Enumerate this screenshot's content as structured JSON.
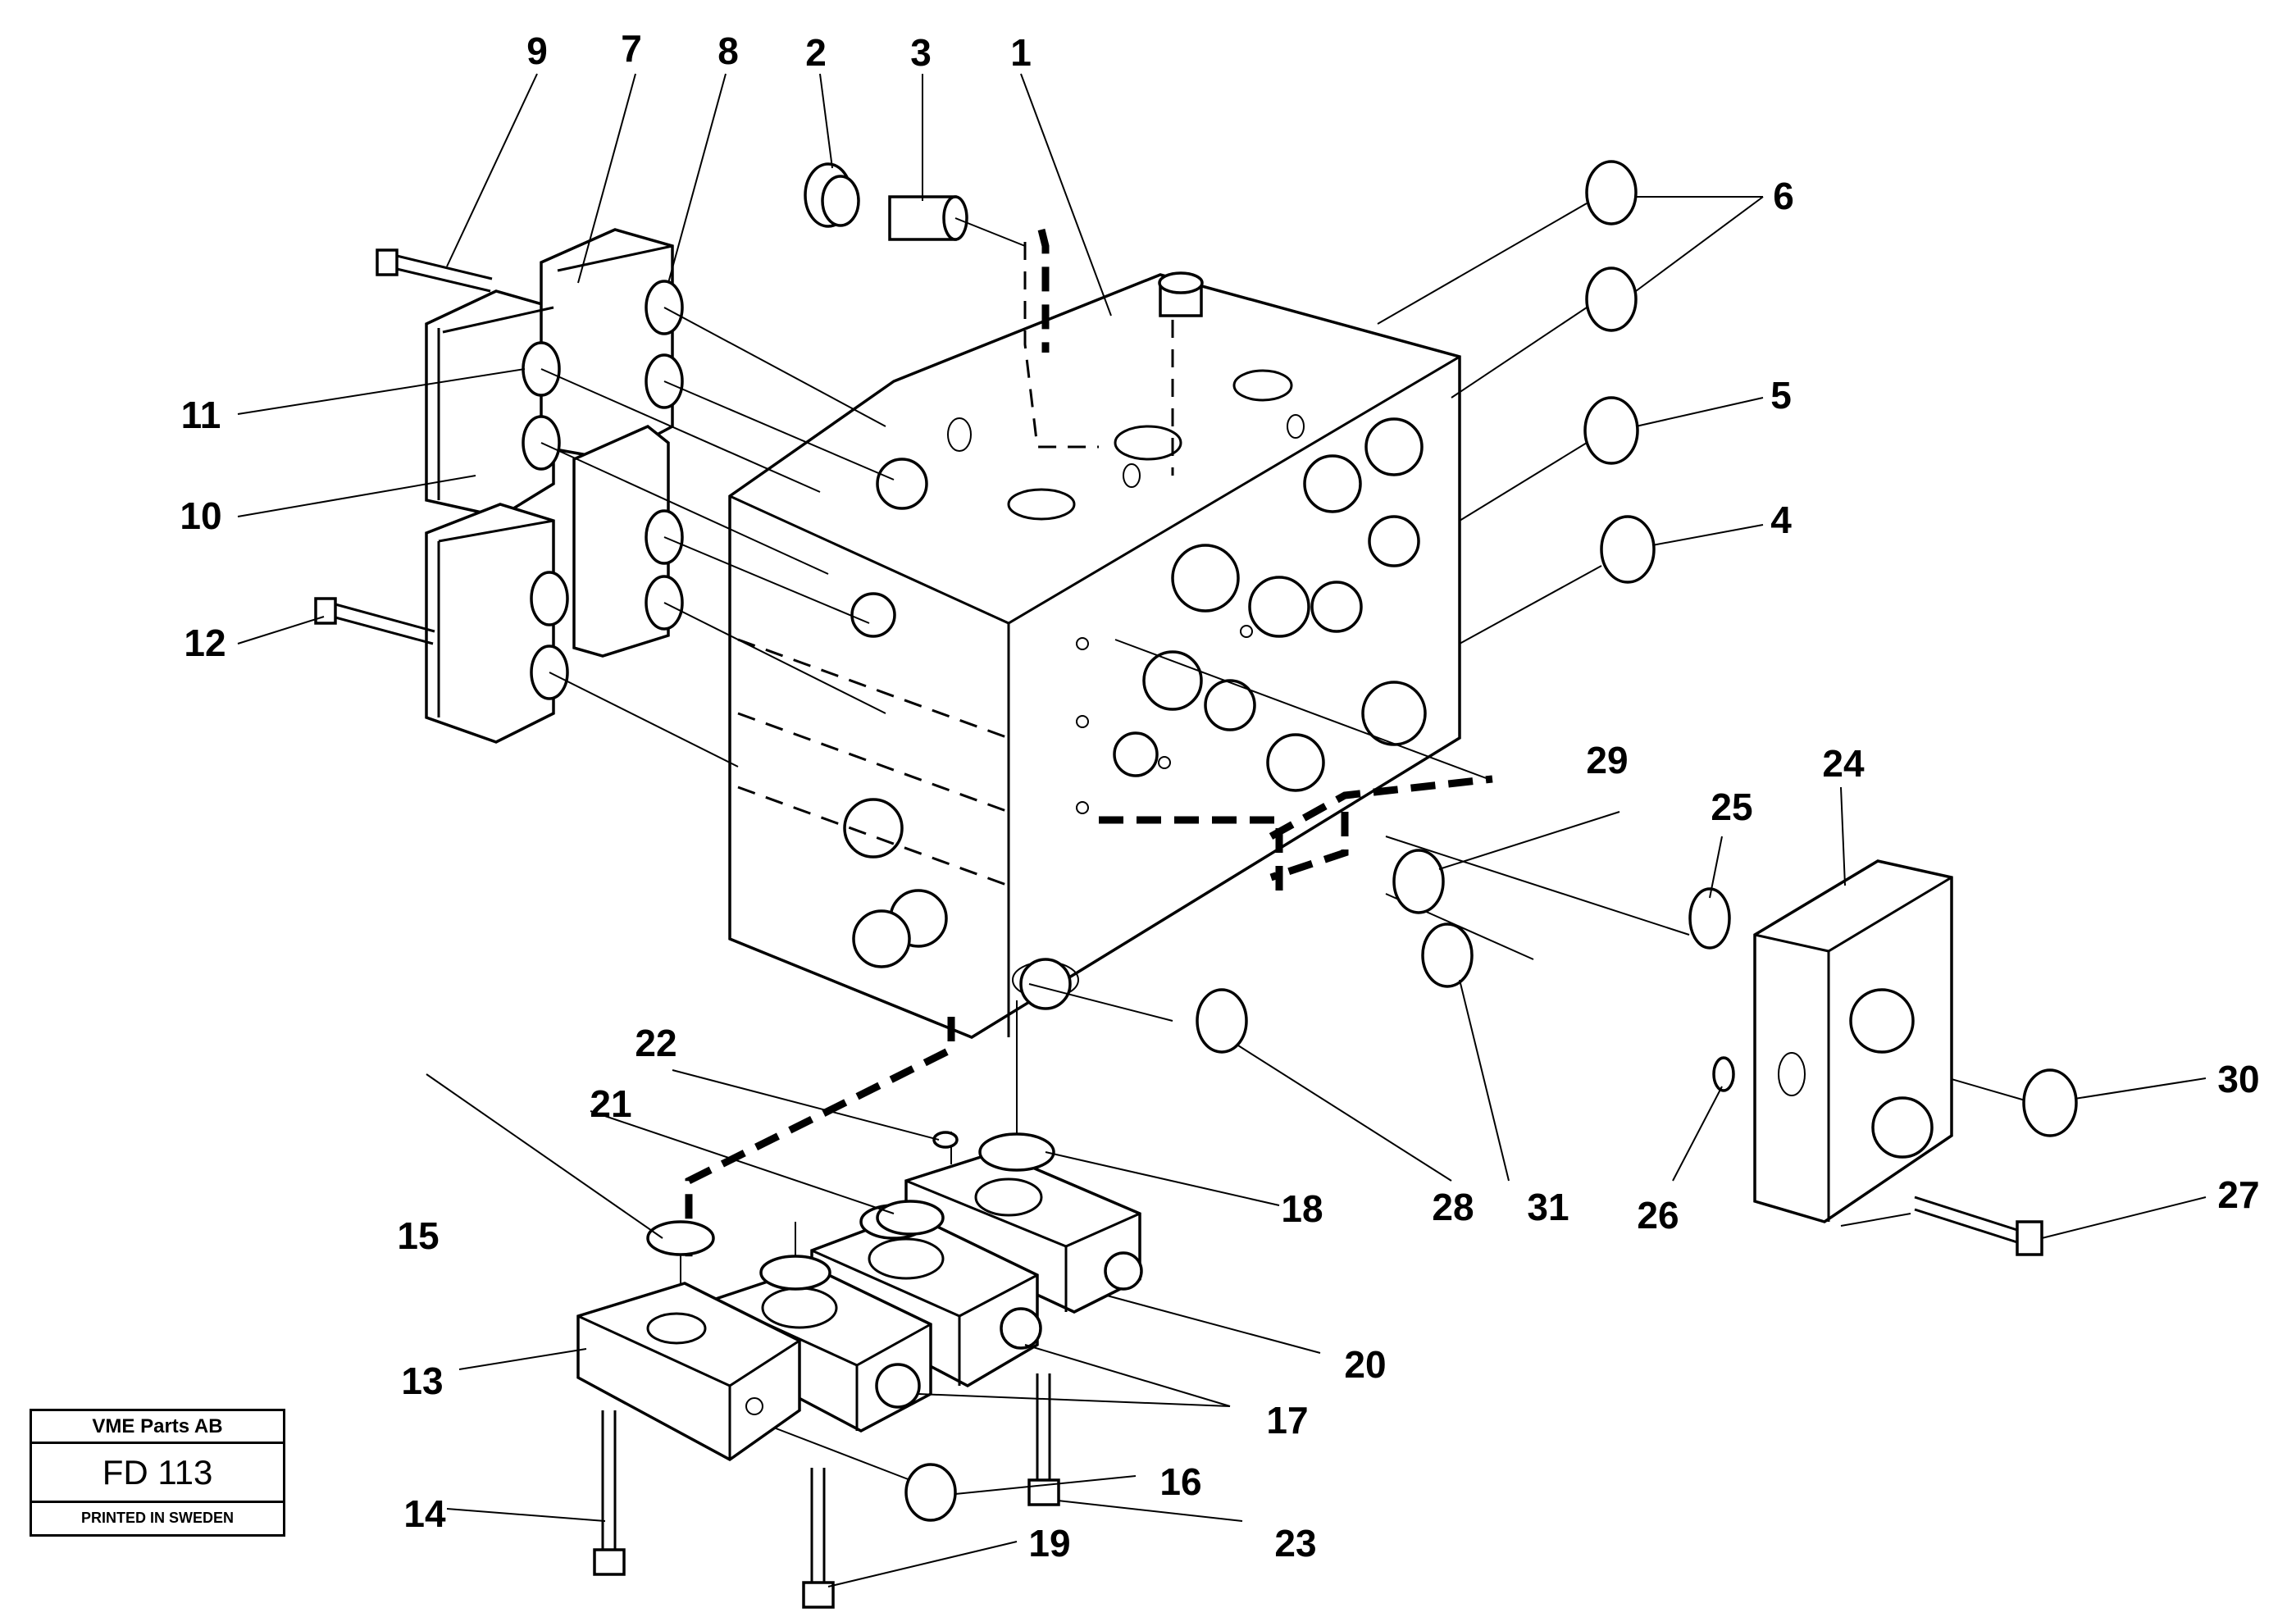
{
  "callouts": [
    "1",
    "2",
    "3",
    "4",
    "5",
    "6",
    "7",
    "8",
    "9",
    "10",
    "11",
    "12",
    "13",
    "14",
    "15",
    "16",
    "17",
    "18",
    "19",
    "20",
    "21",
    "22",
    "23",
    "24",
    "25",
    "26",
    "27",
    "28",
    "29",
    "30",
    "31"
  ],
  "plate": {
    "company": "VME Parts AB",
    "code": "FD 113",
    "printed": "PRINTED IN SWEDEN"
  }
}
